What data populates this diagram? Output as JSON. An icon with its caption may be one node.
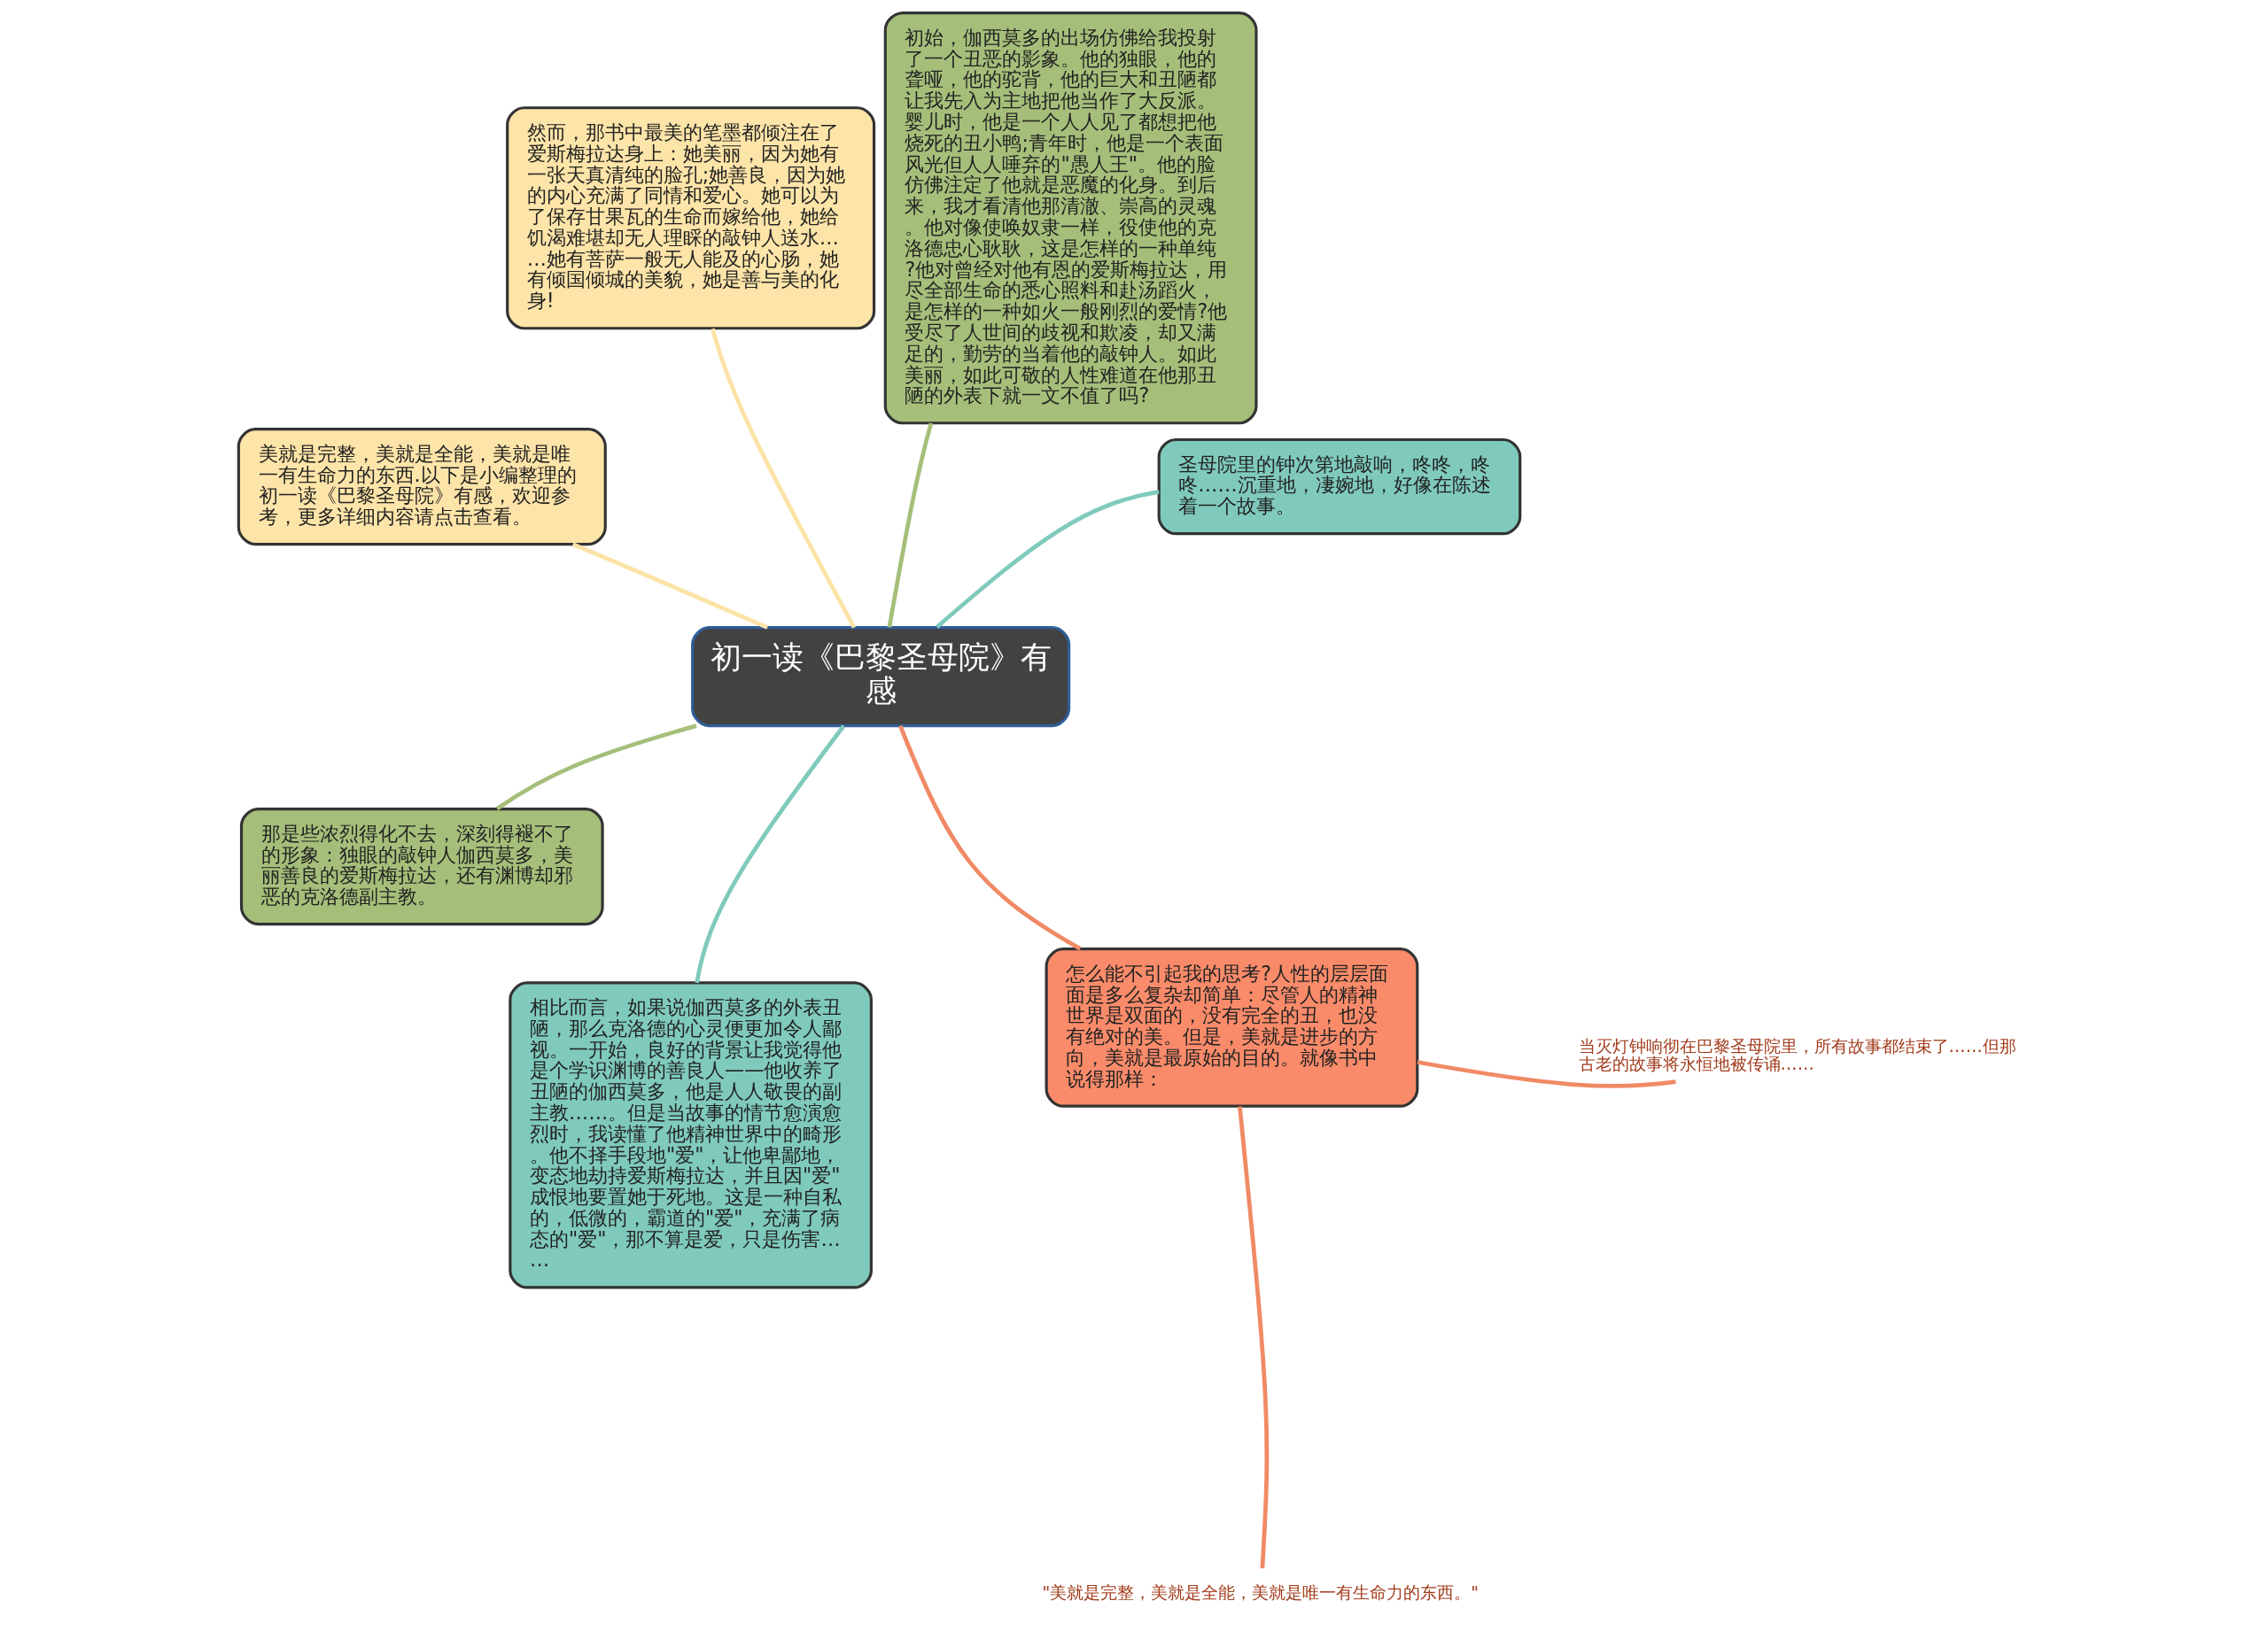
{
  "diagram": {
    "nodes": [
      {
        "text": [
          "初一读《巴黎圣母院》有感"
        ]
      },
      {
        "text": [
          "圣母院里的钟次第地敲响，咚咚，咚咚……沉重地，凄婉地，好像在陈述着一个故事。"
        ]
      },
      {
        "text": [
          "初始，伽西莫多的出场仿佛给我投射了一个丑恶的影象。他的独眼，他的聋哑，他的驼背，他的巨大和丑陋都让我先入为主地把他当作了大反派。婴儿时，他是一个人人见了都想把他烧死的丑小鸭;青年时，他是一个表面风光但人人唾弃的\"愚人王\"。他的脸仿佛注定了他就是恶魔的化身。到后来，我才看清他那清澈、崇高的灵魂。他对像使唤奴隶一样，役使他的克洛德忠心耿耿，这是怎样的一种单纯?他对曾经对他有恩的爱斯梅拉达，用尽全部生命的悉心照料和赴汤蹈火，是怎样的一种如火一般刚烈的爱情?他受尽了人世间的歧视和欺凌，却又满足的，勤劳的当着他的敲钟人。如此美丽，如此可敬的人性难道在他那丑陋的外表下就一文不值了吗?"
        ]
      },
      {
        "text": [
          "然而，那书中最美的笔墨都倾注在了爱斯梅拉达身上：她美丽，因为她有一张天真清纯的脸孔;她善良，因为她的内心充满了同情和爱心。她可以为了保存甘果瓦的生命而嫁给他，她给饥渴难堪却无人理睬的敲钟人送水……她有菩萨一般无人能及的心肠，她有倾国倾城的美貌，她是善与美的化身!"
        ]
      },
      {
        "text": [
          "美就是完整，美就是全能，美就是唯一有生命力的东西.以下是小编整理的初一读《巴黎圣母院》有感，欢迎参考，更多详细内容请点击查看。"
        ]
      },
      {
        "text": [
          "那是些浓烈得化不去，深刻得褪不了的形象：独眼的敲钟人伽西莫多，美丽善良的爱斯梅拉达，还有渊博却邪恶的克洛德副主教。"
        ]
      },
      {
        "text": [
          "相比而言，如果说伽西莫多的外表丑陋，那么克洛德的心灵便更加令人鄙视。一开始，良好的背景让我觉得他是个学识渊博的善良人——他收养了丑陋的伽西莫多，他是人人敬畏的副主教……。但是当故事的情节愈演愈烈时，我读懂了他精神世界中的畸形。他不择手段地\"爱\"，让他卑鄙地，变态地劫持爱斯梅拉达，并且因\"爱\"成恨地要置她于死地。这是一种自私的，低微的，霸道的\"爱\"，充满了病态的\"爱\"，那不算是爱，只是伤害……"
        ]
      },
      {
        "text": [
          "怎么能不引起我的思考?人性的层层面面是多么复杂却简单：尽管人的精神世界是双面的，没有完全的丑，也没有绝对的美。但是，美就是进步的方向，美就是最原始的目的。就像书中说得那样："
        ]
      },
      {
        "text": [
          "\"美就是完整，美就是全能，美就是唯一有生命力的东西。\""
        ]
      },
      {
        "text": [
          "当灭灯钟响彻在巴黎圣母院里，所有故事都结束了……但那古老的故事将永恒地被传诵……"
        ]
      }
    ],
    "edges": [
      {
        "from": 0,
        "to": 1,
        "arrow": "none",
        "color": "#7fcabc"
      },
      {
        "from": 0,
        "to": 2,
        "arrow": "none",
        "color": "#a5bf7a"
      },
      {
        "from": 0,
        "to": 3,
        "arrow": "none",
        "color": "#fbe3a6"
      },
      {
        "from": 0,
        "to": 4,
        "arrow": "none",
        "color": "#fbe3a6"
      },
      {
        "from": 0,
        "to": 5,
        "arrow": "none",
        "color": "#a5bf7a"
      },
      {
        "from": 0,
        "to": 6,
        "arrow": "none",
        "color": "#7fcabc"
      },
      {
        "from": 0,
        "to": 7,
        "arrow": "none",
        "color": "#f08a65"
      },
      {
        "from": 7,
        "to": 8,
        "arrow": "none",
        "color": "#f08a65"
      },
      {
        "from": 7,
        "to": 9,
        "arrow": "none",
        "color": "#f08a65"
      }
    ]
  }
}
